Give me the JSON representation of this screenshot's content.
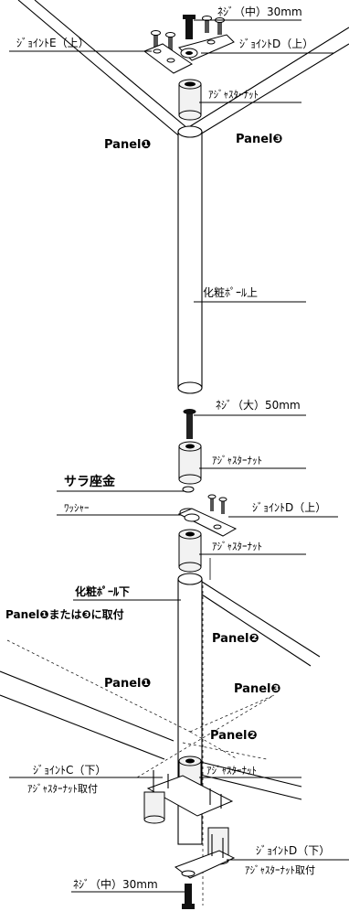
{
  "labels": {
    "neji_top": "ﾈｼﾞ（中）30mm",
    "joint_e_top": "ｼﾞｮｲﾝﾄE（上）",
    "joint_d_top_1": "ｼﾞｮｲﾝﾄD（上）",
    "adjuster_nut_1": "ｱｼﾞｬｽﾀｰﾅｯﾄ",
    "panel1_top": "Panel❶",
    "panel3_top": "Panel❸",
    "keshou_pole_upper": "化粧ﾎﾟｰﾙ上",
    "neji_large": "ﾈｼﾞ（大）50mm",
    "adjuster_nut_2": "ｱｼﾞｬｽﾀｰﾅｯﾄ",
    "sara_zagane": "サラ座金",
    "washer": "ﾜｯｼｬｰ",
    "joint_d_top_2": "ｼﾞｮｲﾝﾄD（上）",
    "adjuster_nut_3": "ｱｼﾞｬｽﾀｰﾅｯﾄ",
    "keshou_pole_lower": "化粧ﾎﾟｰﾙ下",
    "panel_attach": "Panel❶または❸に取付",
    "panel2_mid": "Panel❷",
    "panel1_low": "Panel❶",
    "panel3_low": "Panel❸",
    "panel2_low": "Panel❷",
    "joint_c_bottom": "ｼﾞｮｲﾝﾄC（下）",
    "adjuster_attach_1": "ｱｼﾞｬｽﾀｰﾅｯﾄ取付",
    "adjuster_nut_4": "ｱｼﾞｬｽﾀｰﾅｯﾄ",
    "joint_d_bottom": "ｼﾞｮｲﾝﾄD（下）",
    "adjuster_attach_2": "ｱｼﾞｬｽﾀｰﾅｯﾄ取付",
    "neji_bottom": "ﾈｼﾞ（中）30mm"
  }
}
